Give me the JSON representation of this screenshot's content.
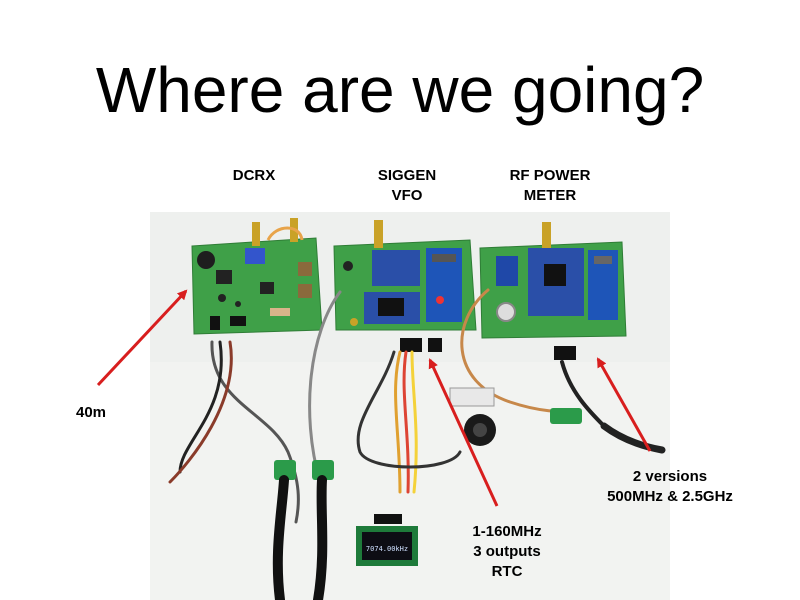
{
  "title": "Where are we going?",
  "labels": {
    "dcrx": "DCRX",
    "siggen_line1": "SIGGEN",
    "siggen_line2": "VFO",
    "rf_line1": "RF POWER",
    "rf_line2": "METER",
    "band": "40m",
    "vfo_line1": "1-160MHz",
    "vfo_line2": "3 outputs",
    "vfo_line3": "RTC",
    "pm_line1": "2 versions",
    "pm_line2": "500MHz & 2.5GHz"
  },
  "display": {
    "oled_line1": "7074.00kHz"
  },
  "colors": {
    "pcb_green": "#3fa048",
    "arrow_red": "#d81e1e",
    "module_blue": "#2a4fa8"
  }
}
